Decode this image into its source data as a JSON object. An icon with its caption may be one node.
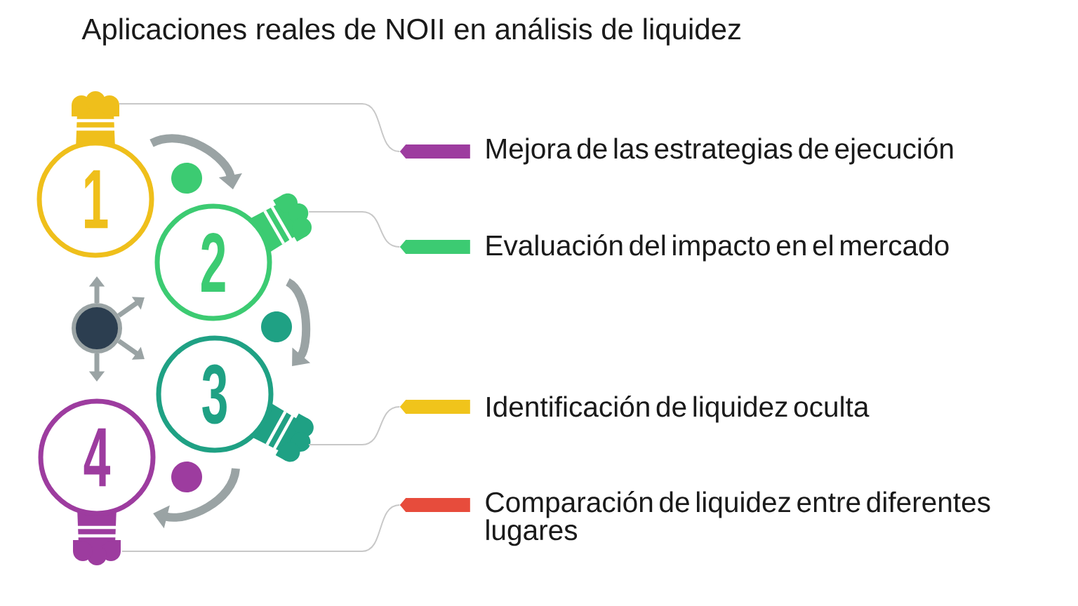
{
  "diagram": {
    "title": "Aplicaciones reales de NOII en análisis de liquidez",
    "nodes": [
      {
        "text": [
          "1"
        ]
      },
      {
        "text": [
          "2"
        ]
      },
      {
        "text": [
          "3"
        ]
      },
      {
        "text": [
          "4"
        ]
      },
      {
        "text": [],
        "shape": "bar",
        "beside": [
          "Mejora de las estrategias de ejecución"
        ]
      },
      {
        "text": [],
        "shape": "bar",
        "beside": [
          "Evaluación del impacto en el mercado"
        ]
      },
      {
        "text": [],
        "shape": "bar",
        "beside": [
          "Identificación de liquidez oculta"
        ]
      },
      {
        "text": [],
        "shape": "bar",
        "beside": [
          "Comparación de liquidez entre diferentes lugares"
        ]
      },
      {
        "text": [],
        "shape": "circle"
      }
    ],
    "edges": [
      {
        "from": 0,
        "to": 1,
        "arrow": "to"
      },
      {
        "from": 1,
        "to": 2,
        "arrow": "to"
      },
      {
        "from": 2,
        "to": 3,
        "arrow": "to"
      },
      {
        "from": 0,
        "to": 4,
        "arrow": "none",
        "color": "#c8c8c8"
      },
      {
        "from": 1,
        "to": 5,
        "arrow": "none",
        "color": "#c8c8c8"
      },
      {
        "from": 2,
        "to": 6,
        "arrow": "none",
        "color": "#c8c8c8"
      },
      {
        "from": 3,
        "to": 7,
        "arrow": "none",
        "color": "#c8c8c8"
      },
      {
        "from": 8,
        "to": null,
        "arrow": "to"
      },
      {
        "from": 8,
        "to": null,
        "arrow": "to"
      },
      {
        "from": 8,
        "to": null,
        "arrow": "to"
      },
      {
        "from": 8,
        "to": null,
        "arrow": "to"
      }
    ]
  }
}
